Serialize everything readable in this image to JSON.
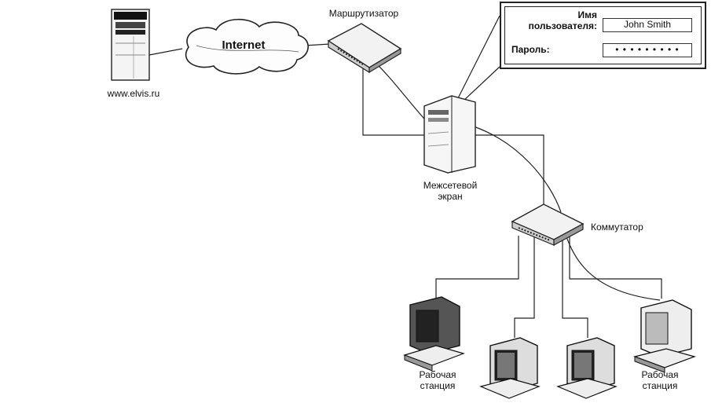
{
  "internet_label": "Internet",
  "server_label": "www.elvis.ru",
  "router_label": "Маршрутизатор",
  "firewall_label_line1": "Межсетевой",
  "firewall_label_line2": "экран",
  "switch_label": "Коммутатор",
  "login": {
    "username_label_line1": "Имя",
    "username_label_line2": "пользователя:",
    "username_value": "John Smith",
    "password_label": "Пароль:",
    "password_value": "• • • • • • • • •"
  },
  "workstation_left": {
    "line1": "Рабочая",
    "line2": "станция"
  },
  "workstation_right": {
    "line1": "Рабочая",
    "line2": "станция"
  }
}
